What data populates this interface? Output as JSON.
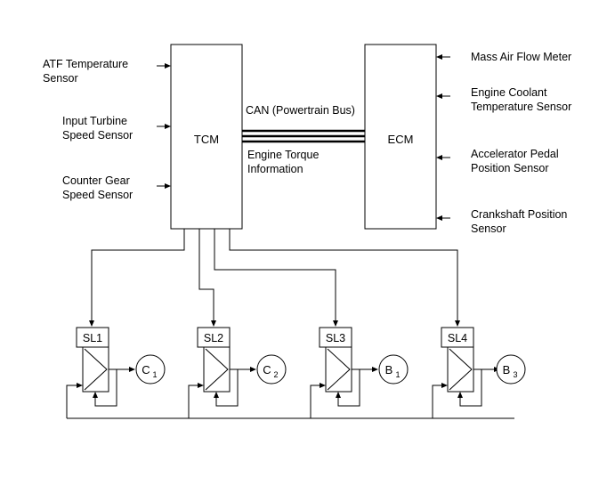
{
  "tcm_label": "TCM",
  "ecm_label": "ECM",
  "tcm_inputs": [
    {
      "line1": "ATF Temperature",
      "line2": "Sensor"
    },
    {
      "line1": "Input Turbine",
      "line2": "Speed Sensor"
    },
    {
      "line1": "Counter Gear",
      "line2": "Speed Sensor"
    }
  ],
  "ecm_inputs": [
    {
      "line1": "Mass Air Flow Meter",
      "line2": ""
    },
    {
      "line1": "Engine Coolant",
      "line2": "Temperature Sensor"
    },
    {
      "line1": "Accelerator Pedal",
      "line2": "Position Sensor"
    },
    {
      "line1": "Crankshaft Position",
      "line2": "Sensor"
    }
  ],
  "bus": {
    "top_label": "CAN (Powertrain Bus)",
    "bottom_line1": "Engine Torque",
    "bottom_line2": "Information"
  },
  "solenoids": [
    {
      "label": "SL1",
      "element": "C",
      "sub": "1"
    },
    {
      "label": "SL2",
      "element": "C",
      "sub": "2"
    },
    {
      "label": "SL3",
      "element": "B",
      "sub": "1"
    },
    {
      "label": "SL4",
      "element": "B",
      "sub": "3"
    }
  ]
}
